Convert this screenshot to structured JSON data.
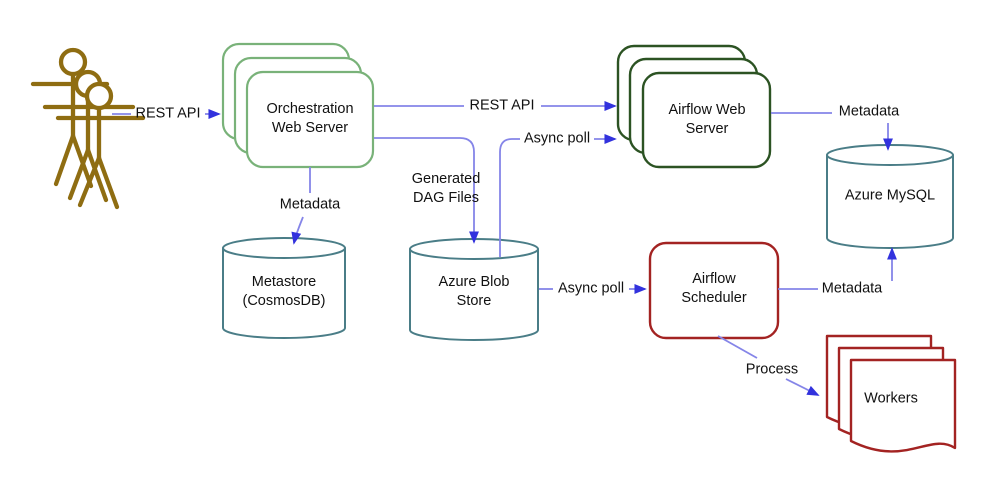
{
  "diagram": {
    "nodes": {
      "orchestration": "Orchestration\nWeb Server",
      "airflow_web": "Airflow Web\nServer",
      "metastore": "Metastore\n(CosmosDB)",
      "blob_store": "Azure Blob\nStore",
      "azure_mysql": "Azure MySQL",
      "scheduler": "Airflow\nScheduler",
      "workers": "Workers"
    },
    "edges": {
      "user_rest_api": "REST API",
      "web_rest_api": "REST API",
      "async_poll_web": "Async poll",
      "generated_dag_files": "Generated\nDAG Files",
      "metadata_to_metastore": "Metadata",
      "metadata_web_to_mysql": "Metadata",
      "async_poll_scheduler": "Async poll",
      "metadata_scheduler_to_mysql": "Metadata",
      "process": "Process"
    },
    "colors": {
      "green_light": "#79b279",
      "green_dark": "#2c5323",
      "teal": "#4a7d87",
      "red": "#a32322",
      "gold": "#8f6d12",
      "line": "#8585e8",
      "arrow": "#3232dd",
      "text": "#111111"
    }
  }
}
